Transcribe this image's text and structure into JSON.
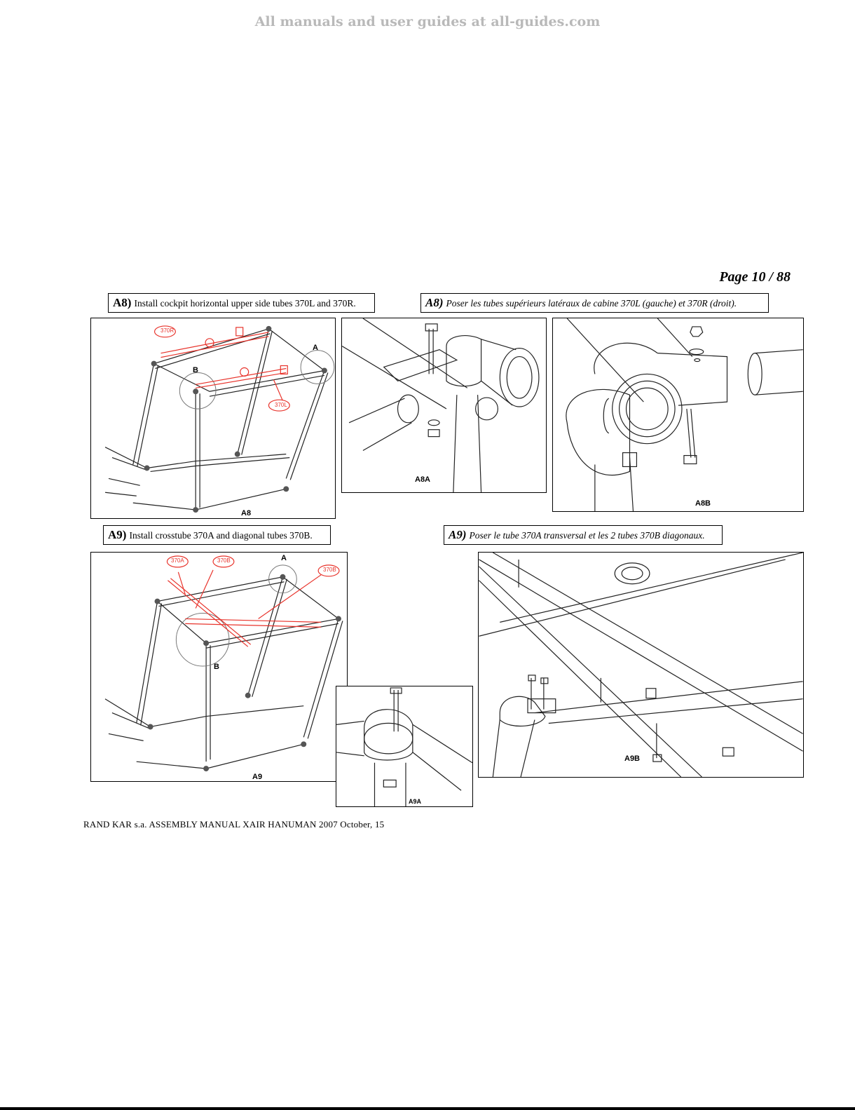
{
  "watermark": "All manuals and user guides at all-guides.com",
  "page_number": "Page 10 / 88",
  "steps": {
    "a8_en": {
      "code": "A8)",
      "text": "Install cockpit horizontal upper side tubes 370L and 370R."
    },
    "a8_fr": {
      "code": "A8)",
      "text": "Poser les tubes supérieurs latéraux de cabine 370L (gauche) et 370R (droit)."
    },
    "a9_en": {
      "code": "A9)",
      "text": "Install crosstube 370A and diagonal tubes 370B."
    },
    "a9_fr": {
      "code": "A9)",
      "text": "Poser le tube 370A transversal et les 2 tubes 370B diagonaux."
    }
  },
  "figures": {
    "a8": {
      "label": "A8",
      "detail_a": "A",
      "detail_b": "B",
      "part_r": "370R",
      "part_l": "370L"
    },
    "a8a": {
      "label": "A8A"
    },
    "a8b": {
      "label": "A8B"
    },
    "a9": {
      "label": "A9",
      "detail_a": "A",
      "detail_b": "B",
      "part_a": "370A",
      "part_b1": "370B",
      "part_b2": "370B"
    },
    "a9a": {
      "label": "A9A"
    },
    "a9b": {
      "label": "A9B"
    }
  },
  "footer": "RAND KAR s.a.   ASSEMBLY MANUAL XAIR HANUMAN 2007 October, 15",
  "colors": {
    "callout_red": "#e8322a",
    "watermark": "#b9b9b9"
  }
}
